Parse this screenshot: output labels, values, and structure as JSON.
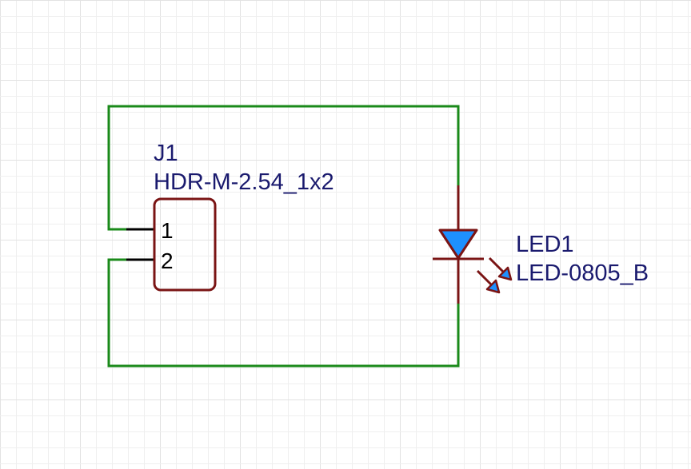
{
  "schematic": {
    "connector": {
      "designator": "J1",
      "footprint": "HDR-M-2.54_1x2",
      "pin1": "1",
      "pin2": "2"
    },
    "led": {
      "designator": "LED1",
      "footprint": "LED-0805_B"
    }
  },
  "colors": {
    "wire": "#1a8a1a",
    "component": "#7a1414",
    "led_fill": "#1e90ff",
    "grid_minor": "#efefef",
    "grid_major": "#e2e2e2",
    "label": "#1a1a6e"
  }
}
